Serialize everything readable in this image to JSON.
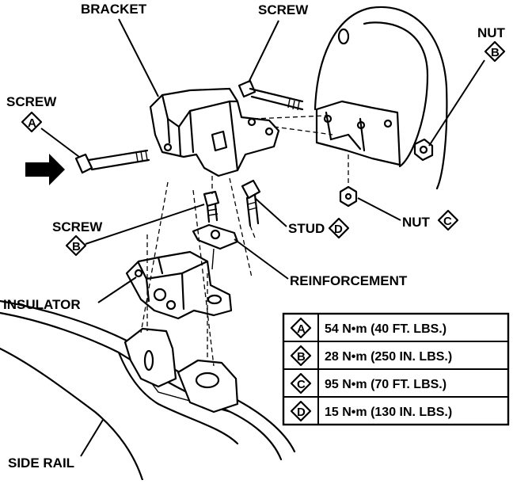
{
  "labels": {
    "bracket": "BRACKET",
    "screw_top": "SCREW",
    "nut_top": "NUT",
    "nut_top_code": "B",
    "screw_left": "SCREW",
    "screw_left_code": "A",
    "screw_mid": "SCREW",
    "screw_mid_code": "B",
    "stud": "STUD",
    "stud_code": "D",
    "nut_right": "NUT",
    "nut_right_code": "C",
    "reinforcement": "REINFORCEMENT",
    "insulator": "INSULATOR",
    "side_rail": "SIDE RAIL"
  },
  "torque_table": [
    {
      "code": "A",
      "value": "54 N•m (40 FT. LBS.)"
    },
    {
      "code": "B",
      "value": "28 N•m (250 IN. LBS.)"
    },
    {
      "code": "C",
      "value": "95 N•m (70 FT. LBS.)"
    },
    {
      "code": "D",
      "value": "15 N•m (130 IN. LBS.)"
    }
  ]
}
